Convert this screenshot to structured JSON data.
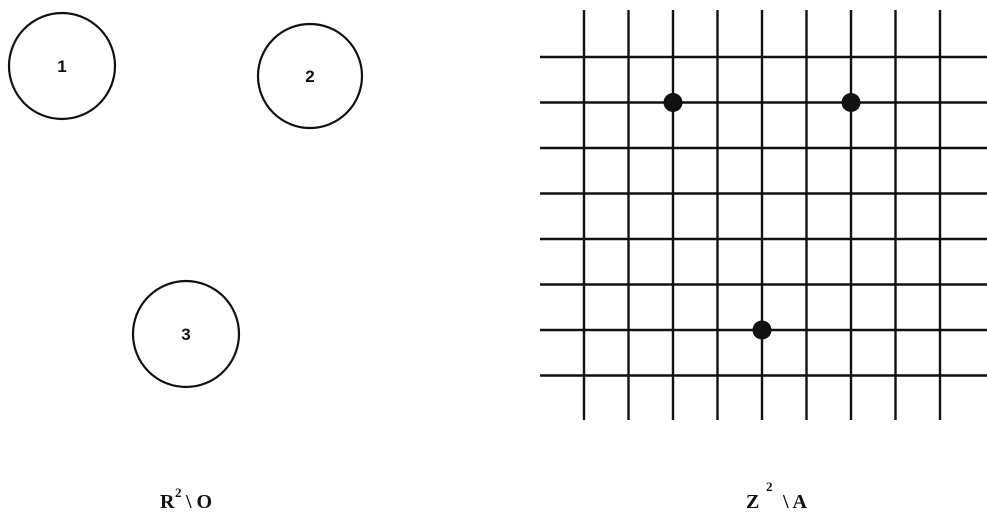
{
  "left_panel": {
    "regions": [
      {
        "label": "1"
      },
      {
        "label": "2"
      },
      {
        "label": "3"
      }
    ],
    "caption": {
      "base": "R",
      "sup": "2",
      "rest": "\\ O"
    }
  },
  "right_panel": {
    "grid": {
      "columns": 9,
      "rows": 8
    },
    "marked_points": [
      {
        "col": 2,
        "row": 1
      },
      {
        "col": 6,
        "row": 1
      },
      {
        "col": 4,
        "row": 6
      }
    ],
    "caption": {
      "base": "Z",
      "sup": "2",
      "rest": "\\ A"
    }
  },
  "colors": {
    "ink": "#111111",
    "background": "#ffffff"
  }
}
